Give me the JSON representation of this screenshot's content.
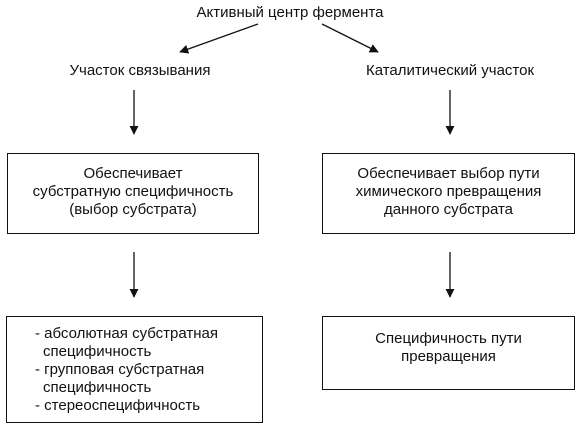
{
  "root": {
    "label": "Активный центр фермента"
  },
  "branches": {
    "left": {
      "label": "Участок связывания",
      "function_lines": [
        "Обеспечивает",
        "субстратную специфичность",
        "(выбор субстрата)"
      ],
      "result_lines": [
        "- абсолютная субстратная",
        "  специфичность",
        "- групповая субстратная",
        "  специфичность",
        "- стереоспецифичность"
      ]
    },
    "right": {
      "label": "Каталитический участок",
      "function_lines": [
        "Обеспечивает выбор пути",
        "химического превращения",
        "данного субстрата"
      ],
      "result_lines": [
        "Специфичность пути",
        "превращения"
      ]
    }
  },
  "style": {
    "line_color": "#111111",
    "background": "#ffffff"
  }
}
